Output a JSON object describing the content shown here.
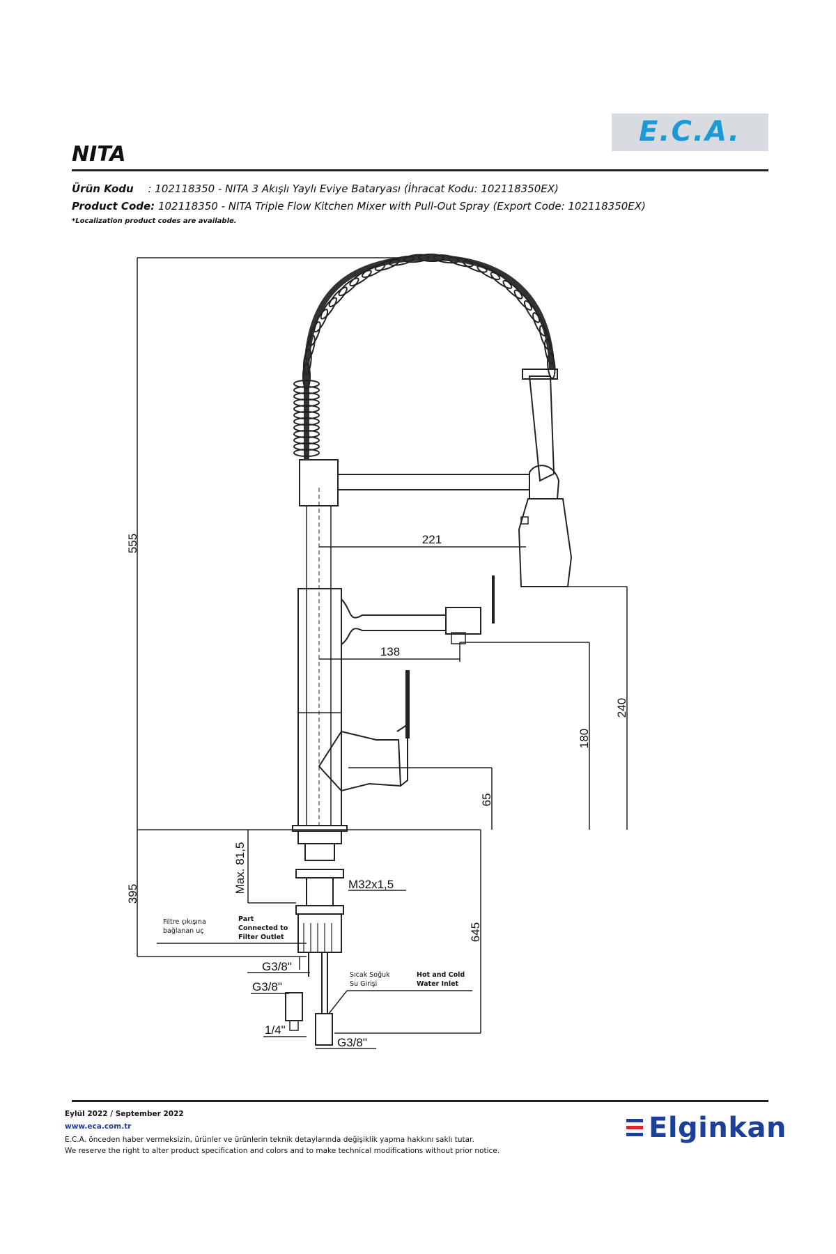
{
  "header": {
    "title": "NITA",
    "brand_logo_text": "E.C.A.",
    "brand_colors": {
      "eca_blue": "#1b9ad6",
      "eca_bg": "#d8dce1"
    }
  },
  "codes": {
    "tr_label": "Ürün Kodu",
    "tr_value": ": 102118350 - NITA 3 Akışlı Yaylı Eviye Bataryası (İhracat Kodu: 102118350EX)",
    "en_label": "Product Code:",
    "en_value": " 102118350 - NITA Triple Flow Kitchen Mixer with Pull-Out Spray (Export Code: 102118350EX)",
    "note": "*Localization product codes are available."
  },
  "dimensions": {
    "d555": "555",
    "d395": "395",
    "d221": "221",
    "d138": "138",
    "d240": "240",
    "d180": "180",
    "d65": "65",
    "d645": "645",
    "max815": "Max. 81,5",
    "m32": "M32x1,5",
    "g38_a": "G3/8\"",
    "g38_b": "G3/8\"",
    "g38_c": "G3/8\"",
    "q14": "1/4\""
  },
  "callouts": {
    "filter_tr_1": "Filtre çıkışına",
    "filter_tr_2": "bağlanan uç",
    "filter_en_1": "Part",
    "filter_en_2": "Connected to",
    "filter_en_3": "Filter Outlet",
    "water_tr_1": "Sıcak Soğuk",
    "water_tr_2": "Su Girişi",
    "water_en_1": "Hot and Cold",
    "water_en_2": "Water Inlet"
  },
  "footer": {
    "date": "Eylül 2022 / September 2022",
    "website": "www.eca.com.tr",
    "disclaimer_tr": "E.C.A. önceden haber vermeksizin, ürünler ve ürünlerin teknik detaylarında değişiklik yapma hakkını saklı tutar.",
    "disclaimer_en": "We reserve the right to alter product specification and colors and to make technical modifications without prior notice.",
    "elginkan": "Elginkan",
    "elginkan_colors": {
      "blue": "#1c3f9a",
      "red": "#d7262e"
    }
  }
}
